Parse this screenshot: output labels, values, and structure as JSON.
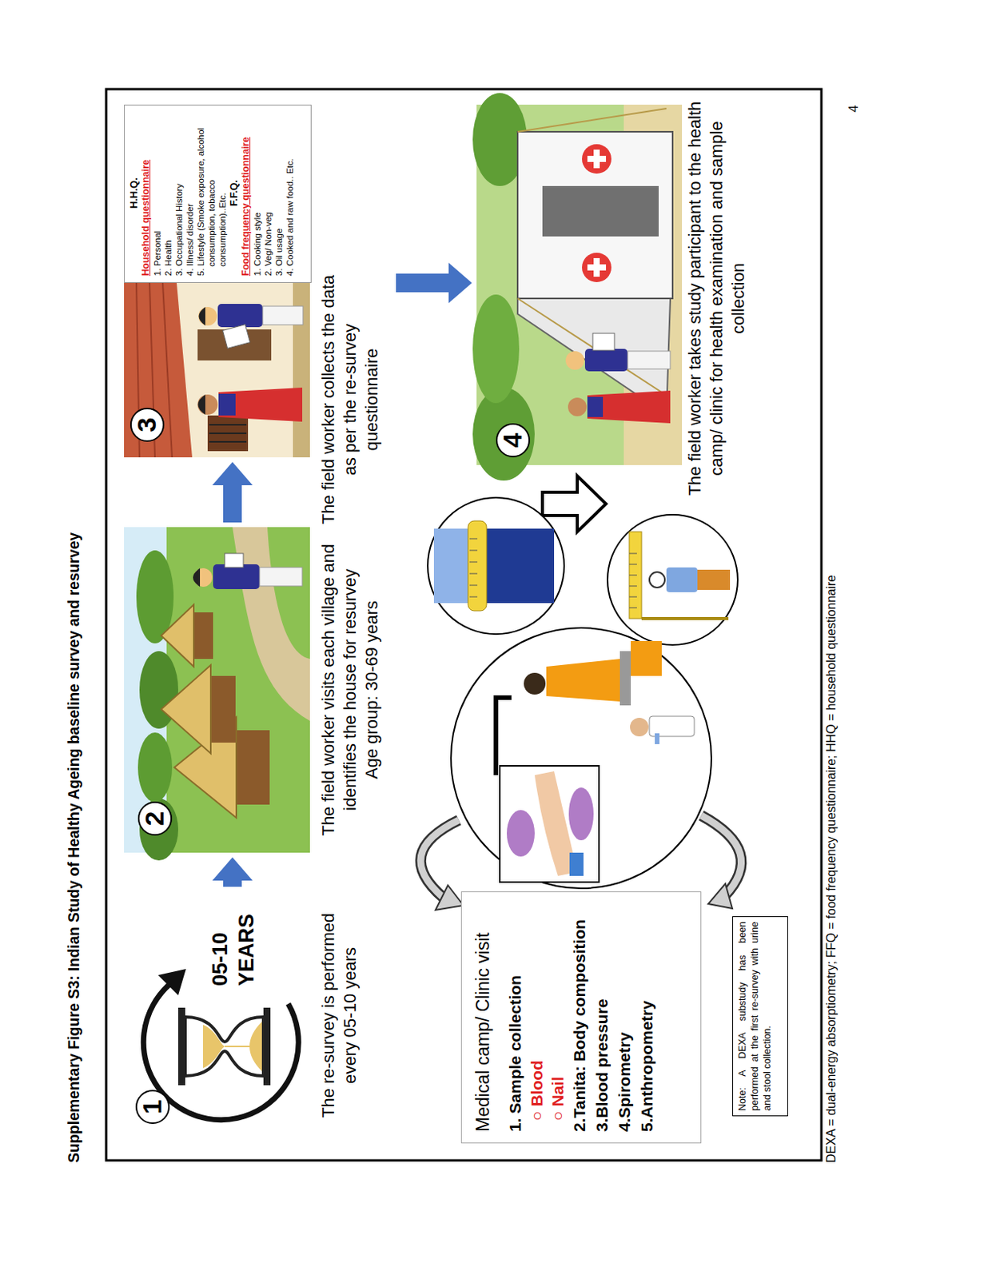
{
  "diagram": {
    "title": "Supplementary Figure S3: Indian Study of Healthy Ageing baseline survey and resurvey",
    "caption": "DEXA = dual-energy absorptiometry; FFQ = food frequency questionnaire; HHQ = household questionnaire",
    "nodes": [
      {
        "text": [
          "1",
          "05-10 YEARS",
          "The re-survey is performed every 05-10 years"
        ]
      },
      {
        "text": [
          "2",
          "The field worker visits each village and identifies the house for resurvey",
          "Age group: 30-69 years"
        ]
      },
      {
        "text": [
          "3",
          "The field worker collects the data as per the re-survey questionnaire"
        ]
      },
      {
        "text": [
          "H.H.Q.",
          "Household questionnaire",
          "1. Personal",
          "2. Health",
          "3. Occupational History",
          "4. Illness/ disorder",
          "5. Lifestyle (Smoke exposure, alcohol consumption, tobacco consumption)..Etc.",
          "F.F.Q.",
          "Food frequency questionnaire",
          "1. Cooking style",
          "2. Veg/ Non-veg",
          "3. Oil usage",
          "4. Cooked and raw food.. Etc."
        ],
        "in": 2
      },
      {
        "text": [
          "4",
          "The field worker takes study participant to the health camp/ clinic for health examination and sample collection"
        ]
      },
      {
        "text": [
          "Medical camp/ Clinic visit",
          "1. Sample collection",
          "○ Blood",
          "○ Nail",
          "2.Tanita: Body composition",
          "3.Blood pressure",
          "4.Spirometry",
          "5.Anthropometry"
        ]
      },
      {
        "text": [
          "Note: A DEXA substudy has been performed at the first re-survey with urine and stool collection."
        ]
      }
    ],
    "edges": [
      {
        "from": 0,
        "to": 1,
        "arrow": "to"
      },
      {
        "from": 1,
        "to": 2,
        "arrow": "to"
      },
      {
        "from": 2,
        "to": 4,
        "arrow": "to"
      }
    ],
    "labels": [
      "4"
    ]
  }
}
